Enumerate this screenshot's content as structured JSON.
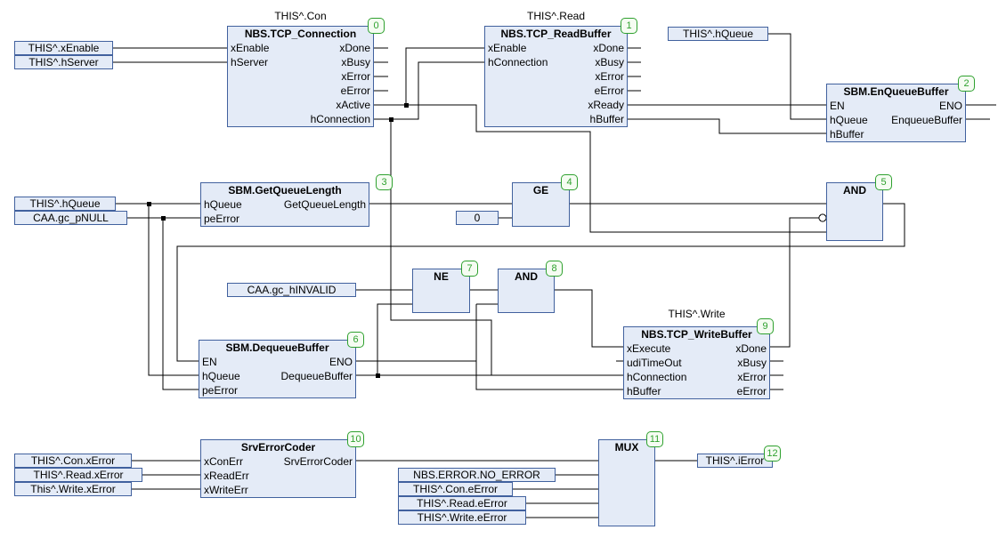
{
  "editor": "fbd-network",
  "colors": {
    "block_fill": "#e4ebf7",
    "block_border": "#41619e",
    "badge_green": "#2fa12f",
    "wire": "#000000",
    "background": "#ffffff"
  },
  "blocks": [
    {
      "title": "THIS^.Con",
      "name": "NBS.TCP_Connection",
      "badge": "0",
      "inputs": [
        "xEnable",
        "hServer",
        "",
        "",
        "",
        ""
      ],
      "outputs": [
        "xDone",
        "xBusy",
        "xError",
        "eError",
        "xActive",
        "hConnection"
      ]
    },
    {
      "title": "THIS^.Read",
      "name": "NBS.TCP_ReadBuffer",
      "badge": "1",
      "inputs": [
        "xEnable",
        "hConnection",
        "",
        "",
        "",
        ""
      ],
      "outputs": [
        "xDone",
        "xBusy",
        "xError",
        "eError",
        "xReady",
        "hBuffer"
      ]
    },
    {
      "name": "SBM.EnQueueBuffer",
      "badge": "2",
      "inputs": [
        "EN",
        "hQueue",
        "hBuffer"
      ],
      "outputs": [
        "ENO",
        "EnqueueBuffer",
        ""
      ]
    },
    {
      "name": "SBM.GetQueueLength",
      "badge": "3",
      "inputs": [
        "hQueue",
        "peError"
      ],
      "outputs": [
        "GetQueueLength",
        ""
      ]
    },
    {
      "name": "GE",
      "badge": "4"
    },
    {
      "name": "AND",
      "badge": "5"
    },
    {
      "name": "SBM.DequeueBuffer",
      "badge": "6",
      "inputs": [
        "EN",
        "hQueue",
        "peError"
      ],
      "outputs": [
        "ENO",
        "DequeueBuffer",
        ""
      ]
    },
    {
      "name": "NE",
      "badge": "7"
    },
    {
      "name": "AND",
      "badge": "8"
    },
    {
      "title": "THIS^.Write",
      "name": "NBS.TCP_WriteBuffer",
      "badge": "9",
      "inputs": [
        "xExecute",
        "udiTimeOut",
        "hConnection",
        "hBuffer"
      ],
      "outputs": [
        "xDone",
        "xBusy",
        "xError",
        "eError"
      ]
    },
    {
      "name": "SrvErrorCoder",
      "badge": "10",
      "inputs": [
        "xConErr",
        "xReadErr",
        "xWriteErr"
      ],
      "outputs": [
        "SrvErrorCoder",
        "",
        ""
      ]
    },
    {
      "name": "MUX",
      "badge": "11"
    }
  ],
  "operands": [
    {
      "text": "THIS^.xEnable"
    },
    {
      "text": "THIS^.hServer"
    },
    {
      "text": "THIS^.hQueue"
    },
    {
      "text": "THIS^.hQueue"
    },
    {
      "text": "CAA.gc_pNULL"
    },
    {
      "text": "0"
    },
    {
      "text": "CAA.gc_hINVALID"
    },
    {
      "text": "THIS^.Con.xError"
    },
    {
      "text": "THIS^.Read.xError"
    },
    {
      "text": "This^.Write.xError"
    },
    {
      "text": "NBS.ERROR.NO_ERROR"
    },
    {
      "text": "THIS^.Con.eError"
    },
    {
      "text": "THIS^.Read.eError"
    },
    {
      "text": "THIS^.Write.eError"
    },
    {
      "text": "THIS^.iError",
      "badge": "12"
    }
  ]
}
